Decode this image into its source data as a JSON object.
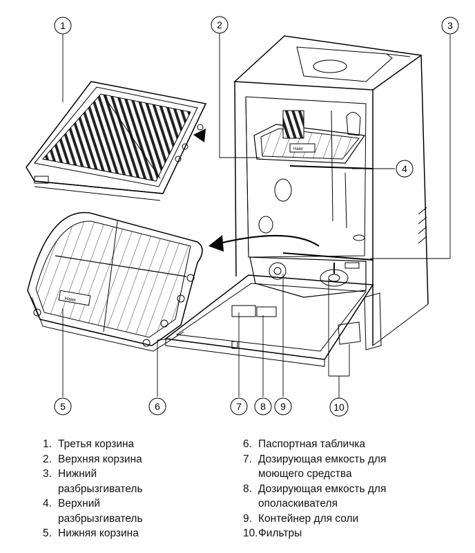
{
  "callouts": [
    {
      "label": "1"
    },
    {
      "label": "2"
    },
    {
      "label": "3"
    },
    {
      "label": "4"
    },
    {
      "label": "5"
    },
    {
      "label": "6"
    },
    {
      "label": "7"
    },
    {
      "label": "8"
    },
    {
      "label": "9"
    },
    {
      "label": "10"
    }
  ],
  "brand": "Haier",
  "legend_left": [
    {
      "num": "1.",
      "text": "Третья корзина"
    },
    {
      "num": "2.",
      "text": "Верхняя корзина"
    },
    {
      "num": "3.",
      "text": "Нижний разбрызгиватель"
    },
    {
      "num": "4.",
      "text": "Верхний разбрызгиватель"
    },
    {
      "num": "5.",
      "text": "Нижняя корзина"
    }
  ],
  "legend_right": [
    {
      "num": "6.",
      "text": "Паспортная табличка"
    },
    {
      "num": "7.",
      "text": "Дозирующая емкость для моющего средства"
    },
    {
      "num": "8.",
      "text": "Дозирующая емкость для ополаскивателя"
    },
    {
      "num": "9.",
      "text": "Контейнер для соли"
    },
    {
      "num": "10.",
      "text": "Фильтры"
    }
  ]
}
